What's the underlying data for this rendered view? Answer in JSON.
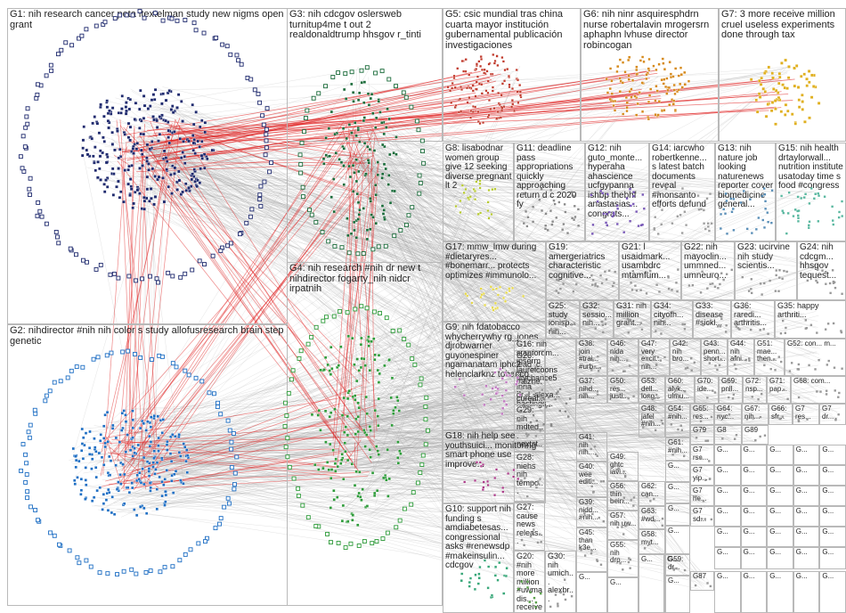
{
  "graph": {
    "groups": [
      {
        "id": "G1",
        "label": "G1: nih research cancer peta ltextelman study new nigms open grant",
        "color": "#1f2a6e"
      },
      {
        "id": "G2",
        "label": "G2: nihdirector #nih nih color s study allofusresearch brain step genetic",
        "color": "#1f6fc4"
      },
      {
        "id": "G3",
        "label": "G3: nih cdcgov oslersweb turnitup4me t out 2 realdonaldtrump hhsgov r_tinti",
        "color": "#1a6b3a"
      },
      {
        "id": "G4",
        "label": "G4: nih research #nih dr new t nihdirector fogarty_nih nidcr irpatnih",
        "color": "#2e9b3a"
      },
      {
        "id": "G5",
        "label": "G5: csic mundial tras china cuarta mayor institución gubernamental publicación investigaciones",
        "color": "#c0392b"
      },
      {
        "id": "G6",
        "label": "G6: nih ninr asquiresphdrn nurse robertalavin mrogersrn aphaphn lvhuse director robincogan",
        "color": "#d68a1c"
      },
      {
        "id": "G7",
        "label": "G7: 3 more receive million cruel useless experiments done through tax",
        "color": "#e0b020"
      },
      {
        "id": "G8",
        "label": "G8: lisabodnar women group give 12 seeking diverse pregnant lt 2",
        "color": "#b6c930"
      },
      {
        "id": "G9",
        "label": "G9: nih fdatobacco whycherrywhy rg_jones djrobwarner guyonespiner ngamanatam iphc2 helenclarknz tobacco",
        "color": "#c07bc0"
      },
      {
        "id": "G10",
        "label": "G10: support nih funding s amdiabetesas... congressional asks #renewsdp #makeinsulin... cdcgov",
        "color": "#3aa87a"
      },
      {
        "id": "G11",
        "label": "G11: deadline pass appropriations quickly approaching return d c 2020 fy",
        "color": "#8a8a8a"
      },
      {
        "id": "G12",
        "label": "G12: nih guto_monte... hyperaha ahascience ucfgypanna ishbp thebhf anastasias... congrats...",
        "color": "#7a5ab8"
      },
      {
        "id": "G14",
        "label": "G14: iarcwho robertkenne... s latest batch documents reveal #monsanto efforts defund",
        "color": "#a0a0a0"
      },
      {
        "id": "G13",
        "label": "G13: nih nature job looking naturenews reporter cover biomedicine general...",
        "color": "#5a8fb8"
      },
      {
        "id": "G15",
        "label": "G15: nih health drtaylorwall... nutrition institute usatoday time s food #congress",
        "color": "#5ab8a0"
      },
      {
        "id": "G17",
        "label": "G17: mmw_lmw during #dietaryres... #bonemarr... protects optimizes #immunolo...",
        "color": "#e6d84a"
      },
      {
        "id": "G19",
        "label": "G19: amergeriatrics characteristic cognitive...",
        "color": "#999999"
      },
      {
        "id": "G21",
        "label": "G21: l usaidmark... usambdrc mtamfum...",
        "color": "#999999"
      },
      {
        "id": "G22",
        "label": "G22: nih mayoclin... ummned... umneuro...",
        "color": "#999999"
      },
      {
        "id": "G23",
        "label": "G23: ucirvine nih study scientis...",
        "color": "#999999"
      },
      {
        "id": "G24",
        "label": "G24: nih cdcgm... hhsgov tequest...",
        "color": "#999999"
      },
      {
        "id": "G25",
        "label": "G25: study ionisp... nih...",
        "color": "#999999"
      },
      {
        "id": "G32",
        "label": "G32: sessio... nih...",
        "color": "#999999"
      },
      {
        "id": "G31",
        "label": "G31: nih million grant...",
        "color": "#999999"
      },
      {
        "id": "G34",
        "label": "G34: cityofh... nih...",
        "color": "#999999"
      },
      {
        "id": "G33",
        "label": "G33: disease #sickl...",
        "color": "#999999"
      },
      {
        "id": "G36",
        "label": "G36: raredi... arthritis...",
        "color": "#999999"
      },
      {
        "id": "G35",
        "label": "G35: happy arthriti...",
        "color": "#999999"
      },
      {
        "id": "G16",
        "label": "G16: nih stanfordm... inserm laurelcoons jaychance5 inria dr_l_alexa... hastings...",
        "color": "#888888"
      },
      {
        "id": "G26",
        "label": "G26: lead_c... #alzhe... cureal...",
        "color": "#999999"
      },
      {
        "id": "G38",
        "label": "G38: join #trai... #urb...",
        "color": "#999999"
      },
      {
        "id": "G46",
        "label": "G46: nida nih...",
        "color": "#999999"
      },
      {
        "id": "G47",
        "label": "G47: very excit... nih...",
        "color": "#999999"
      },
      {
        "id": "G42",
        "label": "G42: nih bro...",
        "color": "#999999"
      },
      {
        "id": "G43",
        "label": "G43: penn... short...",
        "color": "#999999"
      },
      {
        "id": "G44",
        "label": "G44: nih afni...",
        "color": "#999999"
      },
      {
        "id": "G51",
        "label": "G51: mae... then...",
        "color": "#999999"
      },
      {
        "id": "G52",
        "label": "G52: con... m...",
        "color": "#999999"
      },
      {
        "id": "G37",
        "label": "G37: nihd... nih...",
        "color": "#999999"
      },
      {
        "id": "G50",
        "label": "G50: res... justi...",
        "color": "#999999"
      },
      {
        "id": "G53",
        "label": "G53: dell... long...",
        "color": "#999999"
      },
      {
        "id": "G60",
        "label": "G60: alyk... ulmu...",
        "color": "#999999"
      },
      {
        "id": "G70",
        "label": "G70: ide...",
        "color": "#999999"
      },
      {
        "id": "G69",
        "label": "G69: pnll...",
        "color": "#999999"
      },
      {
        "id": "G72",
        "label": "G72: nsp...",
        "color": "#999999"
      },
      {
        "id": "G71",
        "label": "G71: pap...",
        "color": "#999999"
      },
      {
        "id": "G68",
        "label": "G68: com...",
        "color": "#999999"
      },
      {
        "id": "G29",
        "label": "G29: nih mdted... nextst...",
        "color": "#999999"
      },
      {
        "id": "G48",
        "label": "G48: jafel #nih...",
        "color": "#999999"
      },
      {
        "id": "G54",
        "label": "G54: #nih...",
        "color": "#999999"
      },
      {
        "id": "G65",
        "label": "G65: res...",
        "color": "#999999"
      },
      {
        "id": "G64",
        "label": "G64: nyc...",
        "color": "#999999"
      },
      {
        "id": "G67",
        "label": "G67: nih...",
        "color": "#999999"
      },
      {
        "id": "G66",
        "label": "G66: sfr...",
        "color": "#999999"
      },
      {
        "id": "G7b",
        "label": "G7 res...",
        "color": "#999999"
      },
      {
        "id": "G7c",
        "label": "G7 dr...",
        "color": "#999999"
      },
      {
        "id": "G41",
        "label": "G41: nih nih...",
        "color": "#999999"
      },
      {
        "id": "G79",
        "label": "G79",
        "color": "#999999"
      },
      {
        "id": "G88",
        "label": "G8",
        "color": "#999999"
      },
      {
        "id": "G89",
        "label": "G89",
        "color": "#999999"
      },
      {
        "id": "G18",
        "label": "G18: nih help see youthsuici... monitoring smart phone use improve...",
        "color": "#aa3a88"
      },
      {
        "id": "G28",
        "label": "G28: niehs nih tempo...",
        "color": "#999999"
      },
      {
        "id": "G49",
        "label": "G49: ghtc iavi...",
        "color": "#999999"
      },
      {
        "id": "G61",
        "label": "G61: #nih...",
        "color": "#999999"
      },
      {
        "id": "G40",
        "label": "G40: wee editi...",
        "color": "#999999"
      },
      {
        "id": "G62",
        "label": "G62: can...",
        "color": "#999999"
      },
      {
        "id": "G27",
        "label": "G27: cause news releas...",
        "color": "#999999"
      },
      {
        "id": "G56",
        "label": "G56: thin bein...",
        "color": "#999999"
      },
      {
        "id": "G63",
        "label": "G63: #wd...",
        "color": "#999999"
      },
      {
        "id": "G39",
        "label": "G39: nidd... #nih...",
        "color": "#999999"
      },
      {
        "id": "G57",
        "label": "G57: nih uw...",
        "color": "#999999"
      },
      {
        "id": "G58",
        "label": "G58: myt...",
        "color": "#999999"
      },
      {
        "id": "G20",
        "label": "G20: #nih more million #uwmadis... receive tax money...",
        "color": "#5aa04a"
      },
      {
        "id": "G30",
        "label": "G30: nih umich... alexbr...",
        "color": "#999999"
      },
      {
        "id": "G45",
        "label": "G45: than k3e...",
        "color": "#999999"
      },
      {
        "id": "G55",
        "label": "G55: nih drp...",
        "color": "#999999"
      },
      {
        "id": "G59",
        "label": "G59: dr...",
        "color": "#999999"
      },
      {
        "id": "G87",
        "label": "G87",
        "color": "#999999"
      },
      {
        "id": "G7d",
        "label": "G7 yip...",
        "color": "#999999"
      },
      {
        "id": "G7e",
        "label": "G7 he...",
        "color": "#999999"
      },
      {
        "id": "G7f",
        "label": "G7 sd...",
        "color": "#999999"
      },
      {
        "id": "G7g",
        "label": "G7 rsc...",
        "color": "#999999"
      }
    ],
    "filler_label": "G..."
  }
}
